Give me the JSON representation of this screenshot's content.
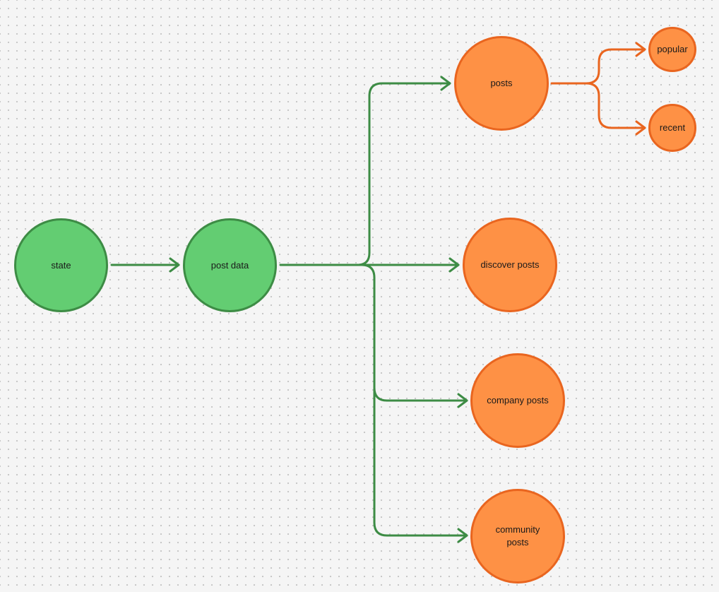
{
  "diagram": {
    "colors": {
      "green_fill": "#63cd72",
      "green_stroke": "#3d8c45",
      "orange_fill": "#fe9145",
      "orange_stroke": "#e9651f",
      "background": "#f5f5f5"
    },
    "nodes": {
      "state": "state",
      "post_data": "post data",
      "posts": "posts",
      "popular": "popular",
      "recent": "recent",
      "discover_posts": "discover posts",
      "company_posts": "company posts",
      "community_posts": "community\nposts"
    },
    "edges": [
      {
        "from": "state",
        "to": "post_data"
      },
      {
        "from": "post_data",
        "to": "posts"
      },
      {
        "from": "post_data",
        "to": "discover_posts"
      },
      {
        "from": "post_data",
        "to": "company_posts"
      },
      {
        "from": "post_data",
        "to": "community_posts"
      },
      {
        "from": "posts",
        "to": "popular"
      },
      {
        "from": "posts",
        "to": "recent"
      }
    ]
  }
}
